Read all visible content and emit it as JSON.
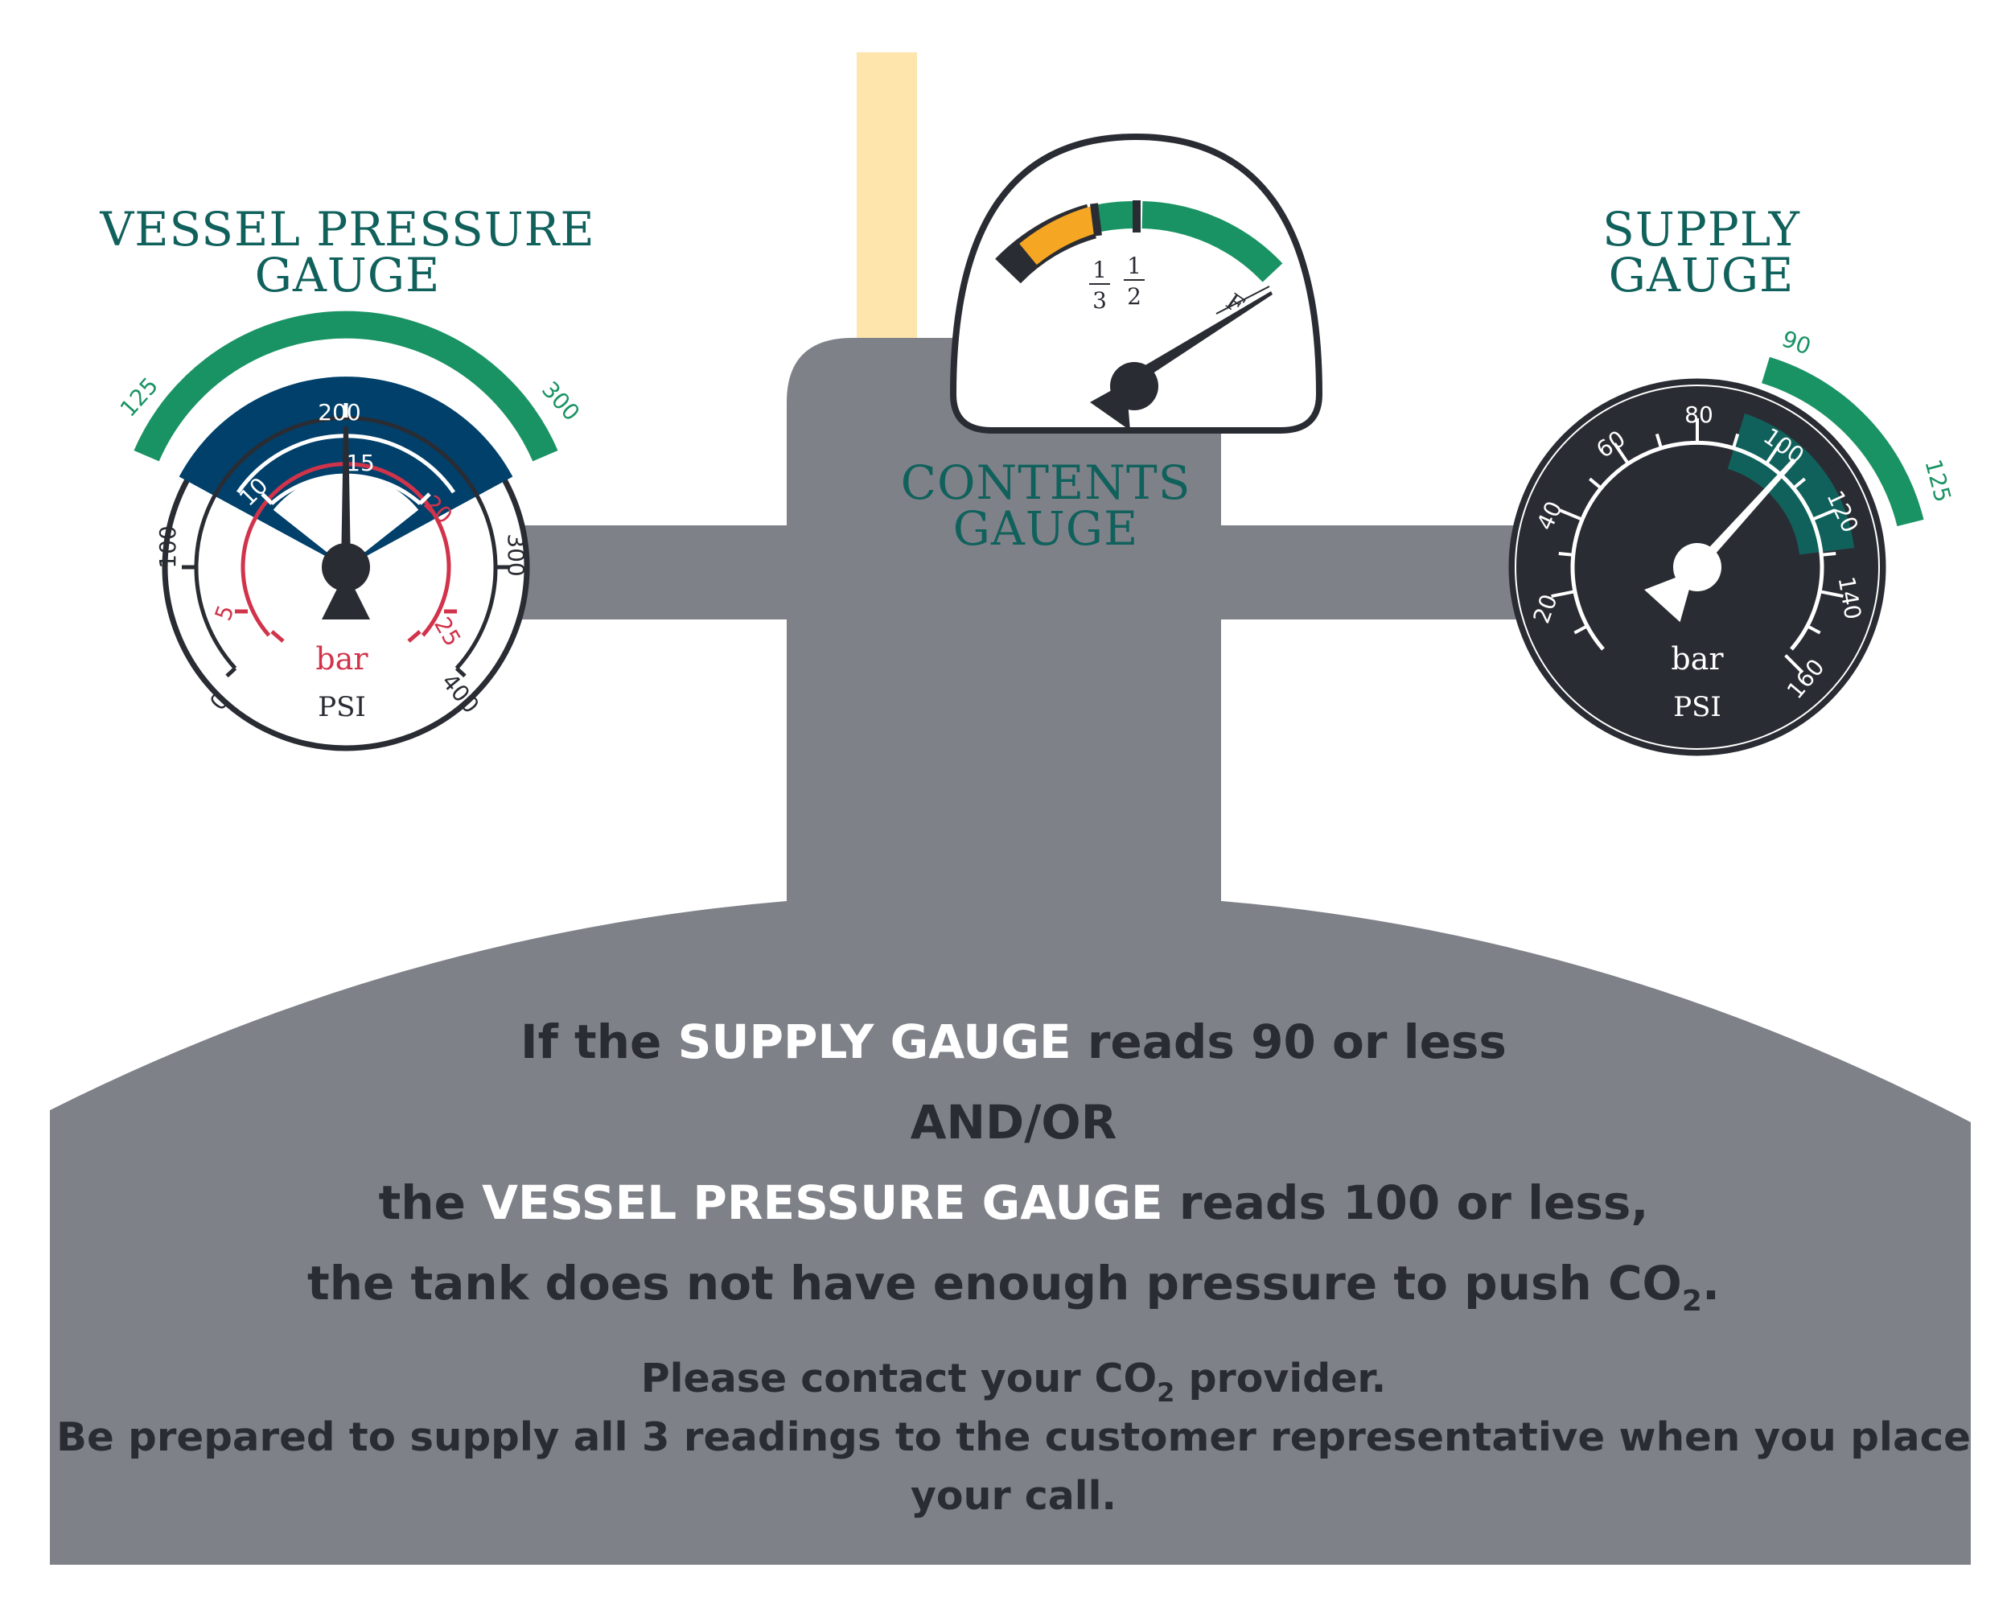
{
  "vessel_gauge": {
    "title_line1": "VESSEL PRESSURE",
    "title_line2": "GAUGE",
    "range_low": "125",
    "range_high": "300",
    "psi_ticks": [
      "0",
      "100",
      "200",
      "300",
      "400"
    ],
    "bar_ticks": [
      "5",
      "10",
      "15",
      "20",
      "25"
    ],
    "unit_bar": "bar",
    "unit_psi": "PSI",
    "reading_psi": 200
  },
  "contents_gauge": {
    "title_line1": "CONTENTS",
    "title_line2": "GAUGE",
    "fraction_third_num": "1",
    "fraction_third_den": "3",
    "fraction_half_num": "1",
    "fraction_half_den": "2",
    "full_label": "F"
  },
  "supply_gauge": {
    "title_line1": "SUPPLY",
    "title_line2": "GAUGE",
    "range_low": "90",
    "range_high": "125",
    "ticks": [
      "20",
      "40",
      "60",
      "80",
      "100",
      "120",
      "140",
      "160"
    ],
    "unit_bar": "bar",
    "unit_psi": "PSI",
    "reading_bar": 105
  },
  "message": {
    "line1_pre": "If the ",
    "line1_hl": "SUPPLY GAUGE",
    "line1_post": " reads 90 or less",
    "line2": "AND/OR",
    "line3_pre": "the ",
    "line3_hl": "VESSEL PRESSURE GAUGE",
    "line3_post": " reads 100 or less,",
    "line4_pre": "the tank does not have enough pressure to push CO",
    "line4_sub": "2",
    "line4_post": ".",
    "line5_pre": "Please contact your CO",
    "line5_sub": "2",
    "line5_post": " provider.",
    "line6": "Be prepared to supply all 3 readings to the customer representative when you place",
    "line7": "your call."
  },
  "colors": {
    "tank": "#7f8189",
    "teal": "#10615c",
    "green": "#1a9364",
    "navy": "#00406b",
    "red": "#d1334a",
    "orange": "#f5a623",
    "dark": "#2a2c33",
    "pipe": "#fde5ab"
  }
}
